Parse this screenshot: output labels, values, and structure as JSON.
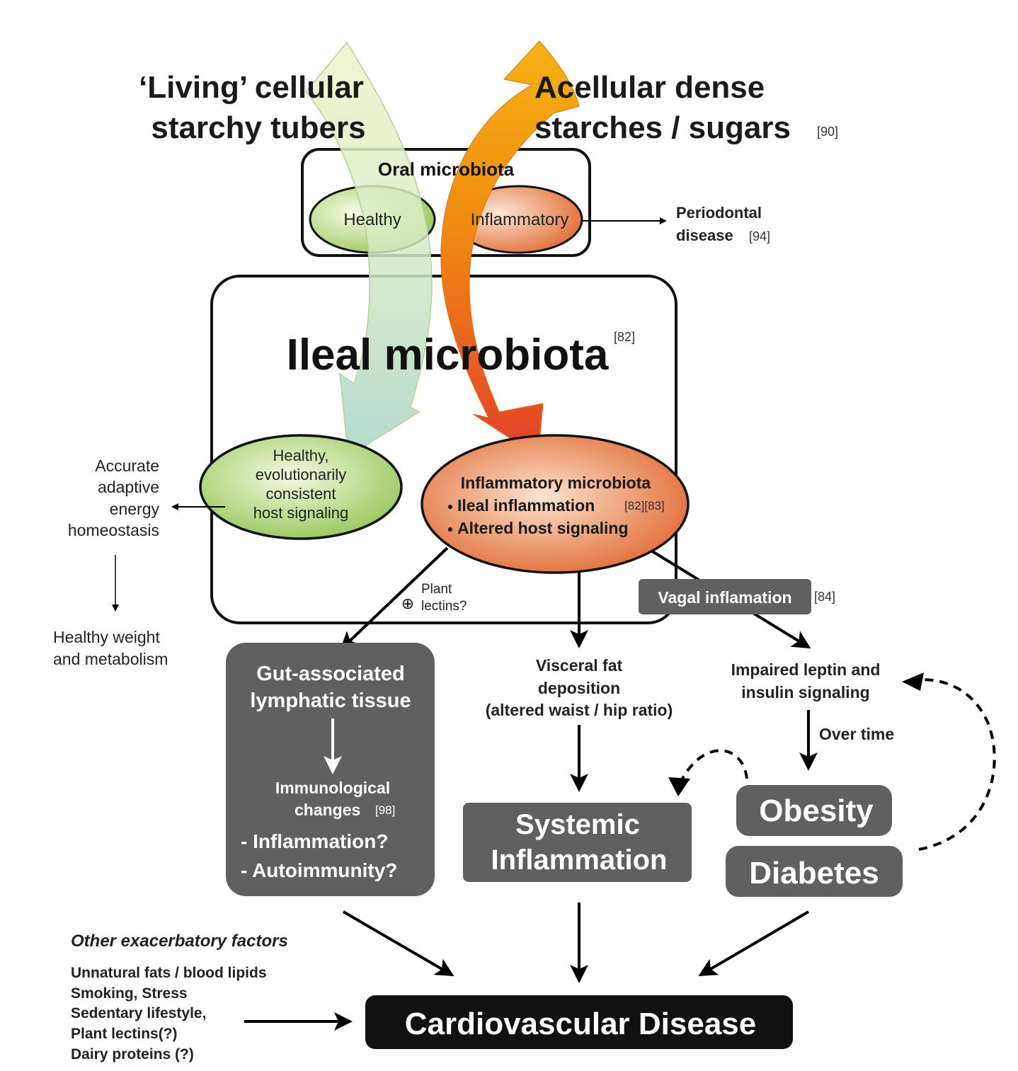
{
  "sources": {
    "left_line1": "‘Living’ cellular",
    "left_line2": "starchy tubers",
    "right_line1": "Acellular dense",
    "right_line2": "starches / sugars",
    "right_ref": "[90]"
  },
  "oral": {
    "title": "Oral microbiota",
    "healthy": "Healthy",
    "inflammatory": "Inflammatory",
    "periodontal_line1": "Periodontal",
    "periodontal_line2": "disease",
    "periodontal_ref": "[94]"
  },
  "ileal": {
    "title": "Ileal microbiota",
    "ref": "[82]",
    "healthy_l1": "Healthy,",
    "healthy_l2": "evolutionarily",
    "healthy_l3": "consistent",
    "healthy_l4": "host signaling",
    "infl_title": "Inflammatory microbiota",
    "infl_b1": "Ileal inflammation",
    "infl_b1_ref": "[82][83]",
    "infl_b2": "Altered host signaling"
  },
  "left_side": {
    "l1": "Accurate",
    "l2": "adaptive",
    "l3": "energy",
    "l4": "homeostasis",
    "w1": "Healthy weight",
    "w2": "and metabolism"
  },
  "lectins": {
    "l1": "Plant",
    "l2": "lectins?",
    "symbol": "⊕"
  },
  "vagal": {
    "label": "Vagal inflamation",
    "ref": "[84]"
  },
  "galt": {
    "l1": "Gut-associated",
    "l2": "lymphatic tissue",
    "imm1": "Immunological",
    "imm2": "changes",
    "imm_ref": "[98]",
    "b1": "- Inflammation?",
    "b2": "- Autoimmunity?"
  },
  "visceral": {
    "l1": "Visceral fat",
    "l2": "deposition",
    "l3": "(altered waist / hip ratio)"
  },
  "leptin": {
    "l1": "Impaired leptin and",
    "l2": "insulin signaling",
    "over_time": "Over time"
  },
  "systemic": {
    "l1": "Systemic",
    "l2": "Inflammation"
  },
  "obesity": "Obesity",
  "diabetes": "Diabetes",
  "other": {
    "title": "Other exacerbatory factors",
    "f1": "Unnatural fats / blood lipids",
    "f2": "Smoking, Stress",
    "f3": "Sedentary lifestyle,",
    "f4": "Plant lectins(?)",
    "f5": "Dairy proteins (?)"
  },
  "cvd": "Cardiovascular Disease",
  "colors": {
    "dark_box": "#606060",
    "black_box": "#111111",
    "healthy_green": "#9cc95a",
    "inflammatory_orange": "#e06a2a"
  }
}
